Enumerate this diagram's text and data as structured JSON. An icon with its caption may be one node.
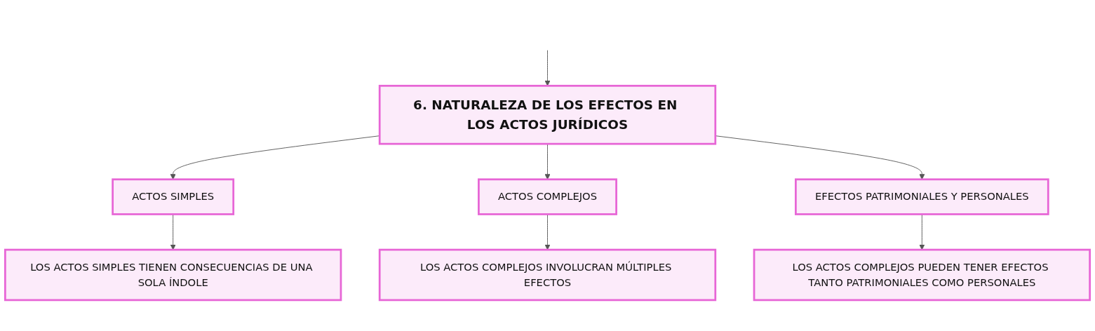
{
  "diagram": {
    "nodes": [
      {
        "text": [
          "6. NATURALEZA DE LOS EFECTOS EN LOS ACTOS JURÍDICOS"
        ]
      },
      {
        "text": [
          "ACTOS SIMPLES"
        ]
      },
      {
        "text": [
          "ACTOS COMPLEJOS"
        ]
      },
      {
        "text": [
          "EFECTOS PATRIMONIALES Y PERSONALES"
        ]
      },
      {
        "text": [
          "LOS ACTOS SIMPLES TIENEN CONSECUENCIAS DE UNA SOLA ÍNDOLE"
        ]
      },
      {
        "text": [
          "LOS ACTOS COMPLEJOS INVOLUCRAN MÚLTIPLES EFECTOS"
        ]
      },
      {
        "text": [
          "LOS ACTOS COMPLEJOS PUEDEN TENER EFECTOS TANTO PATRIMONIALES COMO PERSONALES"
        ]
      }
    ],
    "edges": [
      {
        "from": null,
        "to": 0,
        "arrow": "to"
      },
      {
        "from": 0,
        "to": 1,
        "arrow": "to"
      },
      {
        "from": 0,
        "to": 2,
        "arrow": "to"
      },
      {
        "from": 0,
        "to": 3,
        "arrow": "to"
      },
      {
        "from": 1,
        "to": 4,
        "arrow": "to"
      },
      {
        "from": 2,
        "to": 5,
        "arrow": "to"
      },
      {
        "from": 3,
        "to": 6,
        "arrow": "to"
      }
    ]
  }
}
